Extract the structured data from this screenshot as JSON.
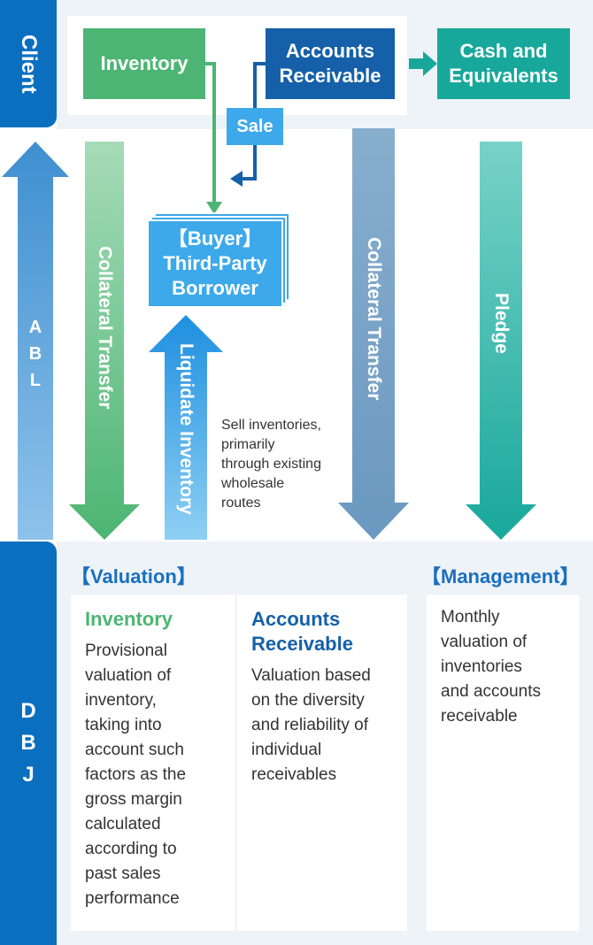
{
  "client": {
    "label": "Client"
  },
  "abl": {
    "label": "A\nB\nL"
  },
  "dbj": {
    "label": "D\nB\nJ"
  },
  "nodes": {
    "inventory": "Inventory",
    "accounts_receivable": "Accounts\nReceivable",
    "cash": "Cash and\nEquivalents",
    "sale": "Sale",
    "buyer": "【Buyer】\nThird-Party\nBorrower"
  },
  "arrows": {
    "collateral_transfer_left": "Collateral Transfer",
    "liquidate_inventory": "Liquidate Inventory",
    "collateral_transfer_right": "Collateral Transfer",
    "pledge": "Pledge"
  },
  "note": "Sell inventories,\nprimarily\nthrough existing\nwholesale\nroutes",
  "valuation": {
    "heading": "【Valuation】",
    "inventory_title": "Inventory",
    "inventory_body": "Provisional\nvaluation of\ninventory,\ntaking into\naccount such\nfactors as the\ngross margin\ncalculated\naccording to\npast sales\nperformance",
    "ar_title": "Accounts\nReceivable",
    "ar_body": "Valuation based\non the diversity\nand reliability of\nindividual\nreceivables"
  },
  "management": {
    "heading": "【Management】",
    "body": "Monthly\nvaluation of\ninventories\nand accounts\nreceivable"
  },
  "colors": {
    "dark_blue": "#0b6fc0",
    "navy": "#1560a8",
    "green": "#4cb573",
    "teal": "#18a89b",
    "light_blue": "#3da9ea",
    "panel_bg": "#eef3f8"
  }
}
